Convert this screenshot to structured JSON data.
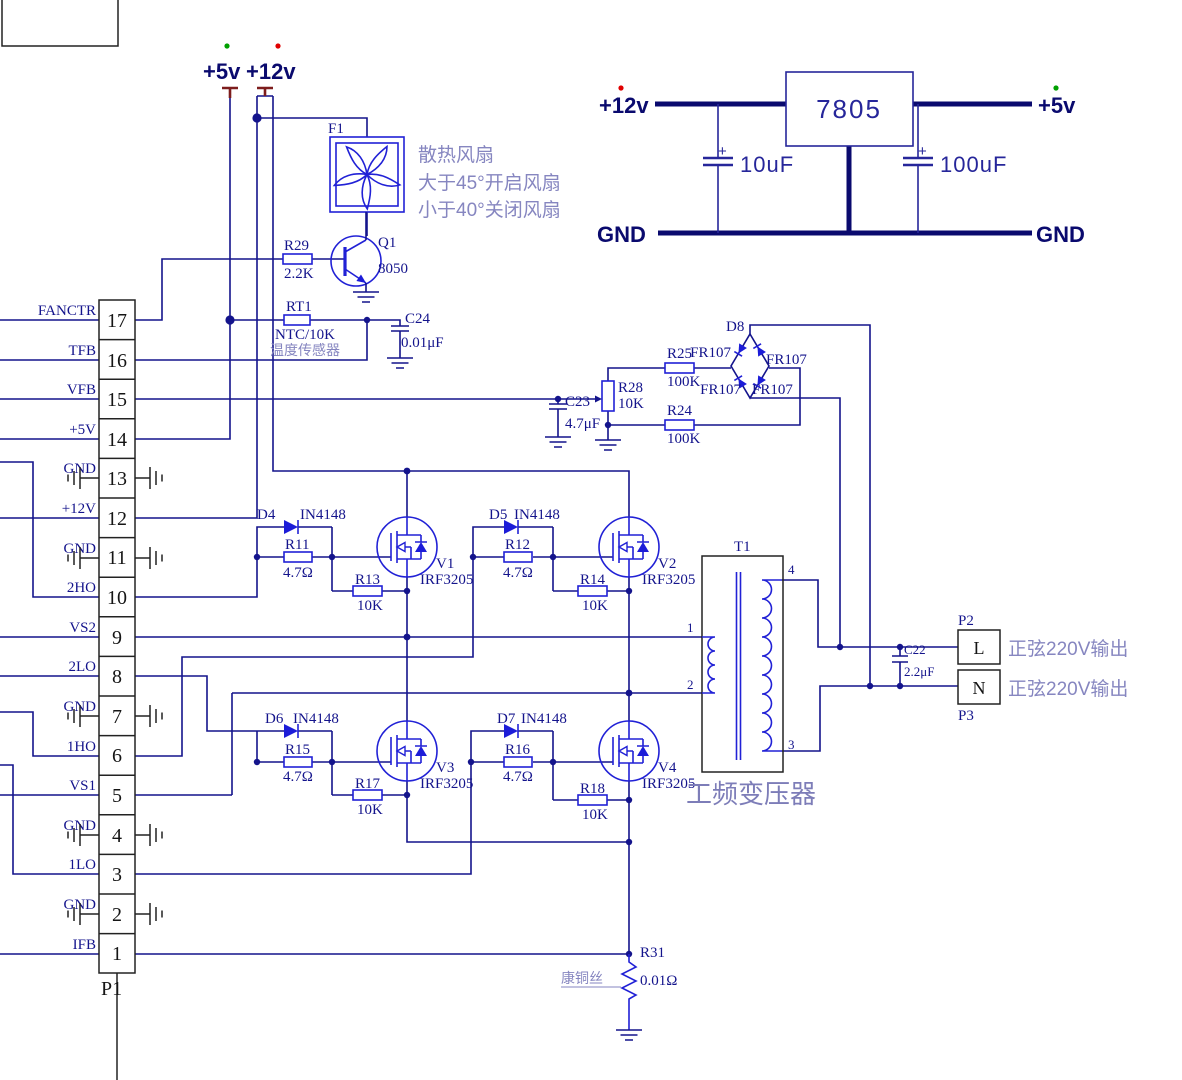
{
  "power": {
    "p5": "+5v",
    "p12": "+12v"
  },
  "regulator": {
    "input": "+12v",
    "chip": "7805",
    "output": "+5v",
    "cap_in": "10uF",
    "cap_out": "100uF",
    "gnd_left": "GND",
    "gnd_right": "GND",
    "plus": "+"
  },
  "annotations": {
    "fan_1": "散热风扇",
    "fan_2": "大于45°开启风扇",
    "fan_3": "小于40°关闭风扇",
    "rt1_caption": "温度传感器",
    "transformer_caption": "工频变压器",
    "output_l": "正弦220V输出",
    "output_n": "正弦220V输出",
    "shunt_caption": "康铜丝"
  },
  "connector": {
    "ref": "P1",
    "pins": [
      {
        "num": "17",
        "label": "FANCTR"
      },
      {
        "num": "16",
        "label": "TFB"
      },
      {
        "num": "15",
        "label": "VFB"
      },
      {
        "num": "14",
        "label": "+5V"
      },
      {
        "num": "13",
        "label": "GND"
      },
      {
        "num": "12",
        "label": "+12V"
      },
      {
        "num": "11",
        "label": "GND"
      },
      {
        "num": "10",
        "label": "2HO"
      },
      {
        "num": "9",
        "label": "VS2"
      },
      {
        "num": "8",
        "label": "2LO"
      },
      {
        "num": "7",
        "label": "GND"
      },
      {
        "num": "6",
        "label": "1HO"
      },
      {
        "num": "5",
        "label": "VS1"
      },
      {
        "num": "4",
        "label": "GND"
      },
      {
        "num": "3",
        "label": "1LO"
      },
      {
        "num": "2",
        "label": "GND"
      },
      {
        "num": "1",
        "label": "IFB"
      }
    ]
  },
  "components": {
    "f1": {
      "ref": "F1"
    },
    "q1": {
      "ref": "Q1",
      "value": "8050"
    },
    "r29": {
      "ref": "R29",
      "value": "2.2K"
    },
    "rt1": {
      "ref": "RT1",
      "value": "NTC/10K"
    },
    "c24": {
      "ref": "C24",
      "value": "0.01μF"
    },
    "c23": {
      "ref": "C23",
      "value": "4.7μF"
    },
    "r28": {
      "ref": "R28",
      "value": "10K"
    },
    "r25": {
      "ref": "R25",
      "value": "100K"
    },
    "r24": {
      "ref": "R24",
      "value": "100K"
    },
    "d8": {
      "ref": "D8",
      "fr_tl": "FR107",
      "fr_tr": "FR107",
      "fr_bl": "FR107",
      "fr_br": "FR107"
    },
    "d4": {
      "ref": "D4",
      "value": "IN4148"
    },
    "d5": {
      "ref": "D5",
      "value": "IN4148"
    },
    "d6": {
      "ref": "D6",
      "value": "IN4148"
    },
    "d7": {
      "ref": "D7",
      "value": "IN4148"
    },
    "r11": {
      "ref": "R11",
      "value": "4.7Ω"
    },
    "r12": {
      "ref": "R12",
      "value": "4.7Ω"
    },
    "r13": {
      "ref": "R13",
      "value": "10K"
    },
    "r14": {
      "ref": "R14",
      "value": "10K"
    },
    "r15": {
      "ref": "R15",
      "value": "4.7Ω"
    },
    "r16": {
      "ref": "R16",
      "value": "4.7Ω"
    },
    "r17": {
      "ref": "R17",
      "value": "10K"
    },
    "r18": {
      "ref": "R18",
      "value": "10K"
    },
    "v1": {
      "ref": "V1",
      "value": "IRF3205"
    },
    "v2": {
      "ref": "V2",
      "value": "IRF3205"
    },
    "v3": {
      "ref": "V3",
      "value": "IRF3205"
    },
    "v4": {
      "ref": "V4",
      "value": "IRF3205"
    },
    "t1": {
      "ref": "T1",
      "pin1": "1",
      "pin2": "2",
      "pin3": "3",
      "pin4": "4"
    },
    "c22": {
      "ref": "C22",
      "value": "2.2μF"
    },
    "p2": {
      "ref": "P2",
      "pin": "L"
    },
    "p3": {
      "ref": "P3",
      "pin": "N"
    },
    "r31": {
      "ref": "R31",
      "value": "0.01Ω"
    }
  }
}
